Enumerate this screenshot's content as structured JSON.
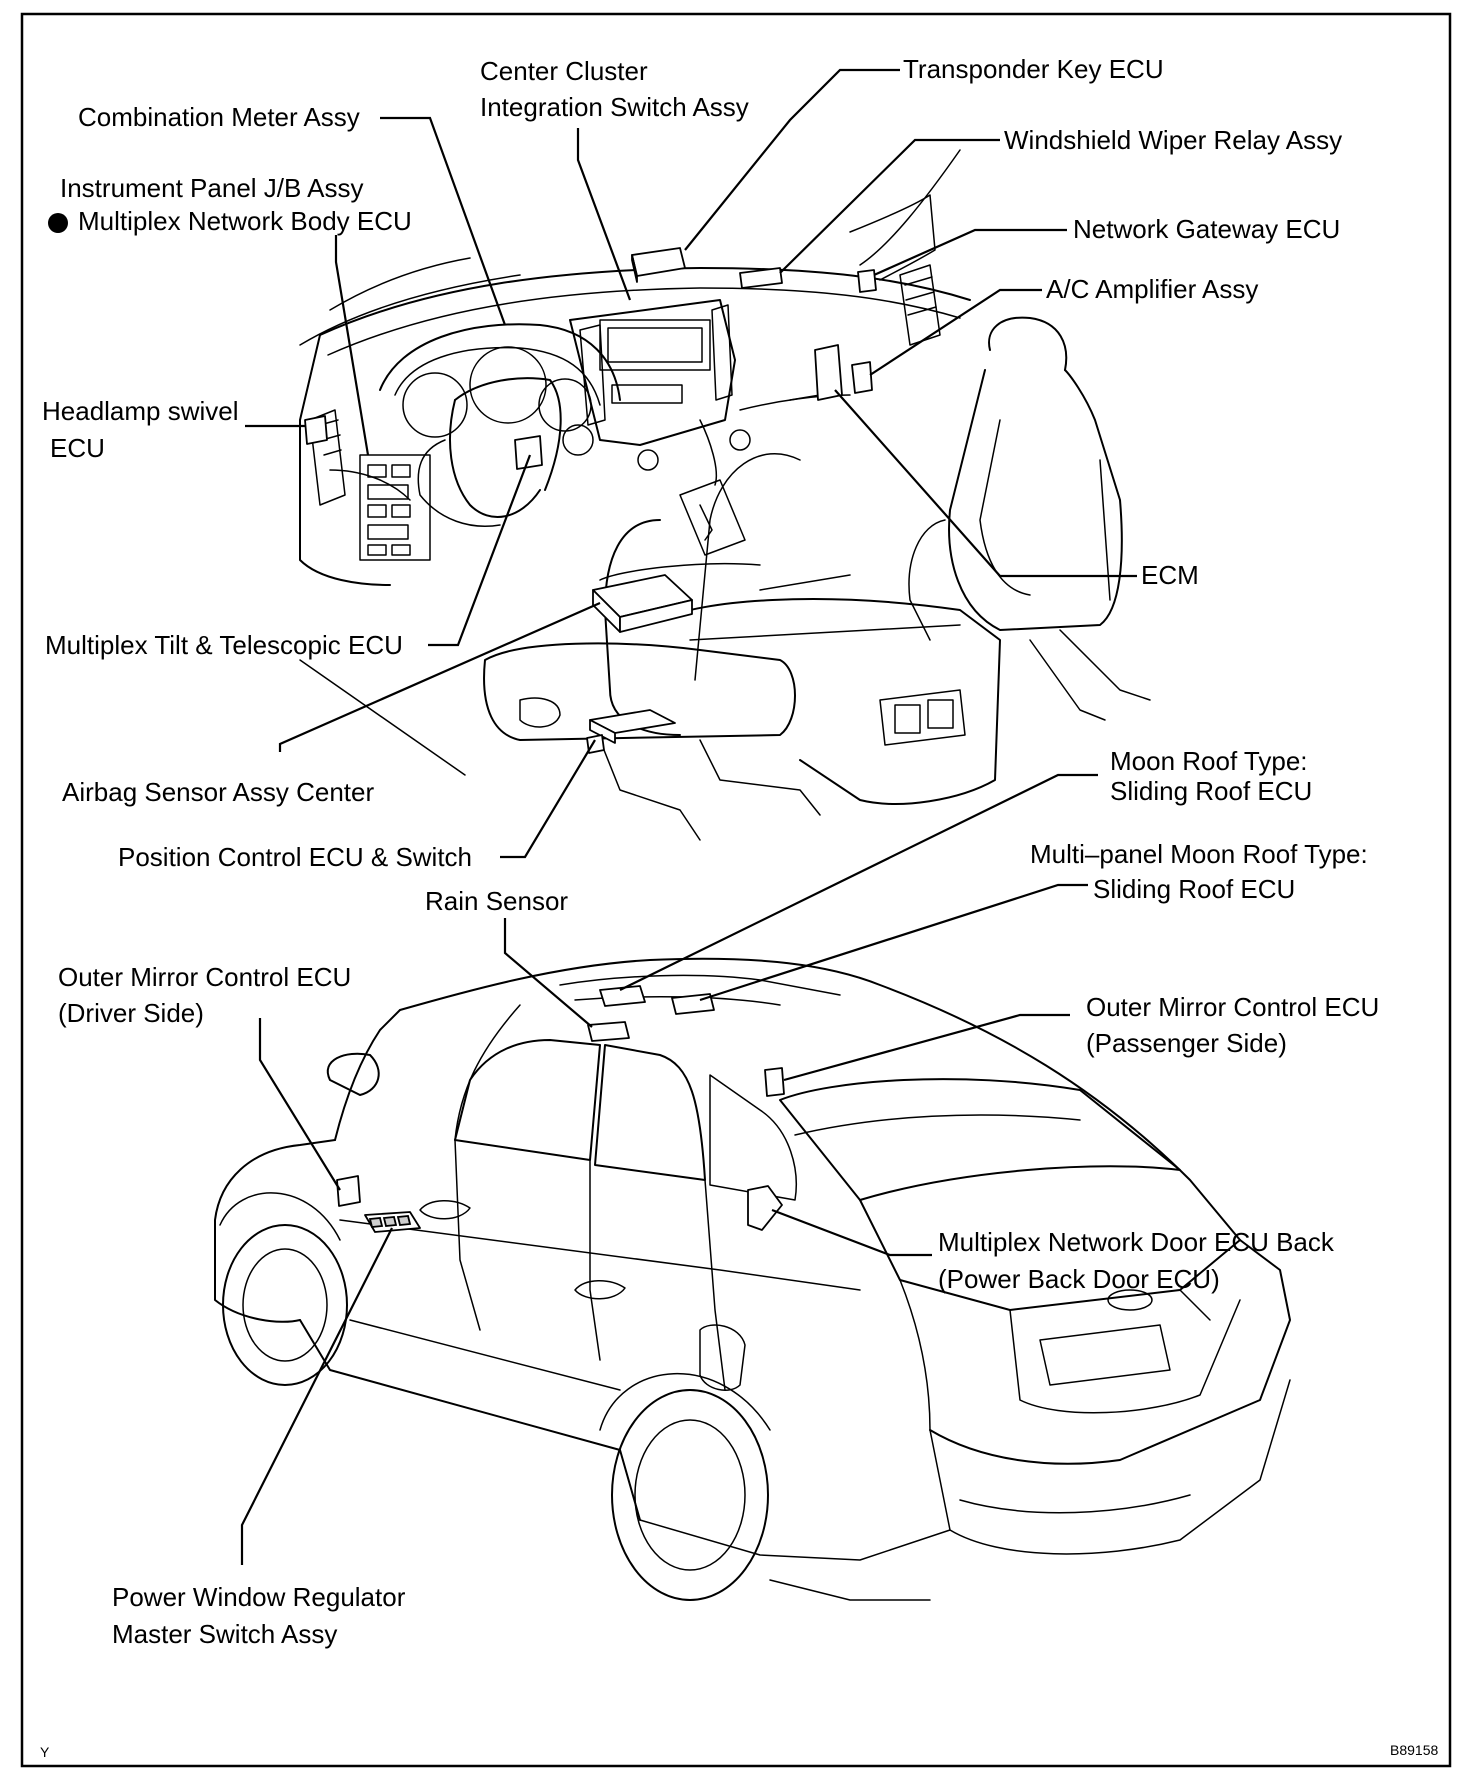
{
  "figure_code": "B89158",
  "corner_mark": "Y",
  "labels": {
    "combination_meter": "Combination Meter Assy",
    "center_cluster_1": "Center Cluster",
    "center_cluster_2": "Integration Switch Assy",
    "transponder": "Transponder Key ECU",
    "wiper_relay": "Windshield Wiper Relay Assy",
    "ip_jb": "Instrument Panel J/B Assy",
    "body_ecu": "Multiplex Network Body ECU",
    "network_gateway": "Network Gateway ECU",
    "ac_amplifier": "A/C Amplifier Assy",
    "headlamp_1": "Headlamp swivel",
    "headlamp_2": "ECU",
    "ecm": "ECM",
    "tilt_telescopic": "Multiplex Tilt & Telescopic ECU",
    "moon_roof_1": "Moon Roof Type:",
    "moon_roof_2": "Sliding Roof ECU",
    "airbag": "Airbag Sensor Assy Center",
    "position_control": "Position Control ECU & Switch",
    "multipanel_1": "Multi–panel Moon Roof Type:",
    "multipanel_2": "Sliding Roof ECU",
    "rain_sensor": "Rain Sensor",
    "mirror_driver_1": "Outer Mirror Control ECU",
    "mirror_driver_2": "(Driver Side)",
    "mirror_pass_1": "Outer Mirror Control ECU",
    "mirror_pass_2": "(Passenger Side)",
    "back_door_1": "Multiplex Network Door ECU Back",
    "back_door_2": "(Power Back Door ECU)",
    "power_window_1": "Power Window Regulator",
    "power_window_2": "Master Switch Assy"
  }
}
